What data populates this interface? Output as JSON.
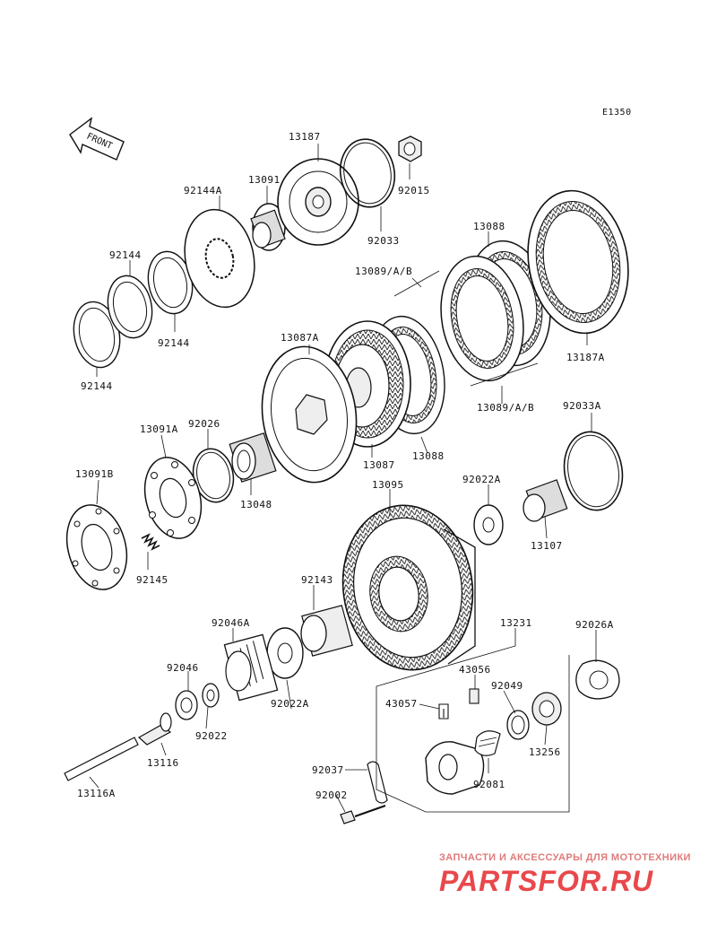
{
  "diagram_code": "E1350",
  "front_label": "FRONT",
  "watermark": {
    "tagline": "ЗАПЧАСТИ И АКСЕССУАРЫ ДЛЯ МОТОТЕХНИКИ",
    "logo": "PARTSFOR.RU"
  },
  "labels": [
    {
      "id": "13187",
      "text": "13187"
    },
    {
      "id": "92015",
      "text": "92015"
    },
    {
      "id": "13091",
      "text": "13091"
    },
    {
      "id": "92144A",
      "text": "92144A"
    },
    {
      "id": "92033",
      "text": "92033"
    },
    {
      "id": "92144-a",
      "text": "92144"
    },
    {
      "id": "92144-b",
      "text": "92144"
    },
    {
      "id": "92144-c",
      "text": "92144"
    },
    {
      "id": "13088-top",
      "text": "13088"
    },
    {
      "id": "13089-top",
      "text": "13089/A/B"
    },
    {
      "id": "13087A",
      "text": "13087A"
    },
    {
      "id": "13187A",
      "text": "13187A"
    },
    {
      "id": "13089-bot",
      "text": "13089/A/B"
    },
    {
      "id": "92033A",
      "text": "92033A"
    },
    {
      "id": "13091A",
      "text": "13091A"
    },
    {
      "id": "92026",
      "text": "92026"
    },
    {
      "id": "13087",
      "text": "13087"
    },
    {
      "id": "13088-bot",
      "text": "13088"
    },
    {
      "id": "13091B",
      "text": "13091B"
    },
    {
      "id": "13048",
      "text": "13048"
    },
    {
      "id": "13095",
      "text": "13095"
    },
    {
      "id": "92022A",
      "text": "92022A"
    },
    {
      "id": "13107",
      "text": "13107"
    },
    {
      "id": "92145",
      "text": "92145"
    },
    {
      "id": "92143",
      "text": "92143"
    },
    {
      "id": "92046A",
      "text": "92046A"
    },
    {
      "id": "13231",
      "text": "13231"
    },
    {
      "id": "92026A",
      "text": "92026A"
    },
    {
      "id": "92046",
      "text": "92046"
    },
    {
      "id": "43056",
      "text": "43056"
    },
    {
      "id": "92049",
      "text": "92049"
    },
    {
      "id": "43057",
      "text": "43057"
    },
    {
      "id": "92022A-b",
      "text": "92022A"
    },
    {
      "id": "13256",
      "text": "13256"
    },
    {
      "id": "92022",
      "text": "92022"
    },
    {
      "id": "13116",
      "text": "13116"
    },
    {
      "id": "92037",
      "text": "92037"
    },
    {
      "id": "92081",
      "text": "92081"
    },
    {
      "id": "92002",
      "text": "92002"
    },
    {
      "id": "13116A",
      "text": "13116A"
    }
  ]
}
